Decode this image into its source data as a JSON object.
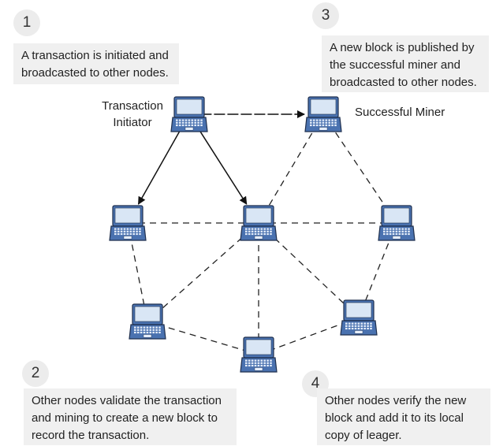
{
  "steps": [
    {
      "number": "1",
      "text": "A transaction is initiated and broadcasted to other nodes."
    },
    {
      "number": "2",
      "text": "Other nodes validate the transaction and mining to create a new block to record the transaction."
    },
    {
      "number": "3",
      "text": "A new block is published by the successful miner and broadcasted to other nodes."
    },
    {
      "number": "4",
      "text": "Other nodes verify the new block and add it to its local copy of leager."
    }
  ],
  "node_labels": {
    "initiator": "Transaction Initiator",
    "miner": "Successful Miner"
  },
  "nodes": [
    "initiator",
    "miner",
    "left",
    "center",
    "right",
    "lower-left",
    "bottom",
    "lower-right"
  ],
  "links": {
    "solid_arrows": [
      [
        "initiator",
        "left"
      ],
      [
        "initiator",
        "center"
      ],
      [
        "initiator",
        "miner"
      ]
    ],
    "dashed": [
      [
        "left",
        "center"
      ],
      [
        "center",
        "right"
      ],
      [
        "miner",
        "center"
      ],
      [
        "miner",
        "right"
      ],
      [
        "left",
        "lower-left"
      ],
      [
        "center",
        "lower-left"
      ],
      [
        "center",
        "bottom"
      ],
      [
        "center",
        "lower-right"
      ],
      [
        "right",
        "lower-right"
      ],
      [
        "lower-left",
        "bottom"
      ],
      [
        "bottom",
        "lower-right"
      ]
    ]
  },
  "colors": {
    "laptop_body": "#4a72b0",
    "laptop_screen": "#d9e6f5",
    "laptop_outline": "#1f2f4d",
    "note_background": "#f0f0f0",
    "step_circle": "#ececec"
  }
}
